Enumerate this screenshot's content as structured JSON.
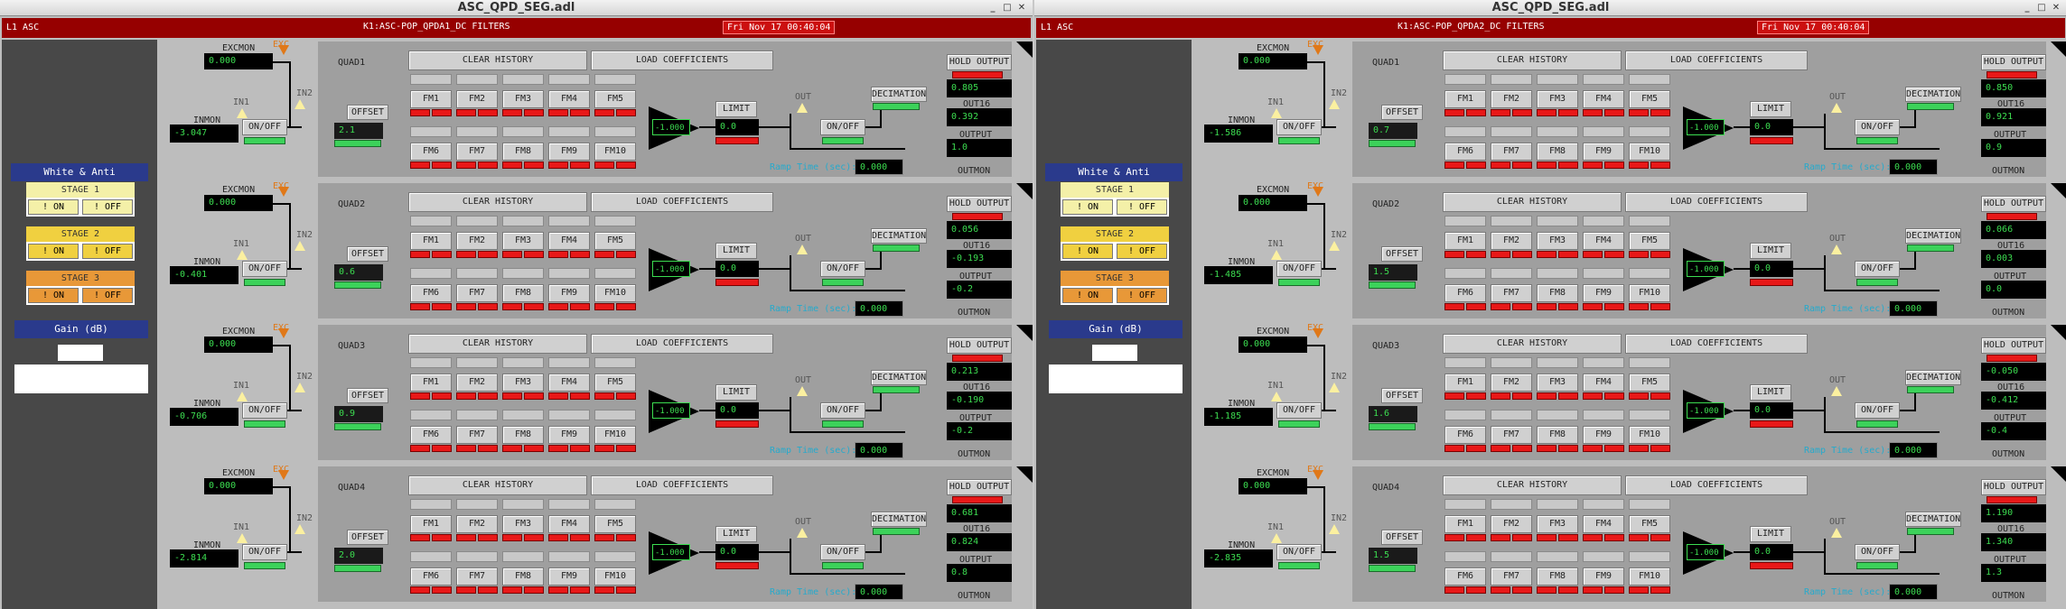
{
  "windows": [
    {
      "title": "ASC_QPD_SEG.adl",
      "header": {
        "site": "L1 ASC",
        "title": "K1:ASC-POP_QPDA1_DC FILTERS",
        "clock": "Fri Nov 17 00:40:04"
      },
      "sidebar": {
        "white_anti": "White &  Anti",
        "stages": [
          {
            "label": "STAGE 1",
            "on": "! ON",
            "off": "! OFF"
          },
          {
            "label": "STAGE 2",
            "on": "! ON",
            "off": "! OFF"
          },
          {
            "label": "STAGE 3",
            "on": "! ON",
            "off": "! OFF"
          }
        ],
        "gain_label": "Gain (dB)"
      },
      "quads": [
        {
          "name": "QUAD1",
          "excmon": "0.000",
          "inmon": "-3.047",
          "offset": "2.1",
          "gain": "-1.000",
          "limit": "0.0",
          "out16": "0.392",
          "hold": "0.805",
          "output": "1.0",
          "ramp": "0.000"
        },
        {
          "name": "QUAD2",
          "excmon": "0.000",
          "inmon": "-0.401",
          "offset": "0.6",
          "gain": "-1.000",
          "limit": "0.0",
          "out16": "-0.193",
          "hold": "0.056",
          "output": "-0.2",
          "ramp": "0.000"
        },
        {
          "name": "QUAD3",
          "excmon": "0.000",
          "inmon": "-0.706",
          "offset": "0.9",
          "gain": "-1.000",
          "limit": "0.0",
          "out16": "-0.190",
          "hold": "0.213",
          "output": "-0.2",
          "ramp": "0.000"
        },
        {
          "name": "QUAD4",
          "excmon": "0.000",
          "inmon": "-2.814",
          "offset": "2.0",
          "gain": "-1.000",
          "limit": "0.0",
          "out16": "0.824",
          "hold": "0.681",
          "output": "0.8",
          "ramp": "0.000"
        }
      ]
    },
    {
      "title": "ASC_QPD_SEG.adl",
      "header": {
        "site": "L1 ASC",
        "title": "K1:ASC-POP_QPDA2_DC FILTERS",
        "clock": "Fri Nov 17 00:40:04"
      },
      "sidebar": {
        "white_anti": "White &  Anti",
        "stages": [
          {
            "label": "STAGE 1",
            "on": "! ON",
            "off": "! OFF"
          },
          {
            "label": "STAGE 2",
            "on": "! ON",
            "off": "! OFF"
          },
          {
            "label": "STAGE 3",
            "on": "! ON",
            "off": "! OFF"
          }
        ],
        "gain_label": "Gain (dB)"
      },
      "quads": [
        {
          "name": "QUAD1",
          "excmon": "0.000",
          "inmon": "-1.586",
          "offset": "0.7",
          "gain": "-1.000",
          "limit": "0.0",
          "out16": "0.921",
          "hold": "0.850",
          "output": "0.9",
          "ramp": "0.000"
        },
        {
          "name": "QUAD2",
          "excmon": "0.000",
          "inmon": "-1.485",
          "offset": "1.5",
          "gain": "-1.000",
          "limit": "0.0",
          "out16": "0.003",
          "hold": "0.066",
          "output": "0.0",
          "ramp": "0.000"
        },
        {
          "name": "QUAD3",
          "excmon": "0.000",
          "inmon": "-1.185",
          "offset": "1.6",
          "gain": "-1.000",
          "limit": "0.0",
          "out16": "-0.412",
          "hold": "-0.050",
          "output": "-0.4",
          "ramp": "0.000"
        },
        {
          "name": "QUAD4",
          "excmon": "0.000",
          "inmon": "-2.835",
          "offset": "1.5",
          "gain": "-1.000",
          "limit": "0.0",
          "out16": "1.340",
          "hold": "1.190",
          "output": "1.3",
          "ramp": "0.000"
        }
      ]
    }
  ],
  "labels": {
    "excmon": "EXCMON",
    "inmon": "INMON",
    "exc": "EXC",
    "in1": "IN1",
    "in2": "IN2",
    "onoff": "ON/OFF",
    "offset": "OFFSET",
    "clear": "CLEAR HISTORY",
    "load": "LOAD COEFFICIENTS",
    "fm": [
      "FM1",
      "FM2",
      "FM3",
      "FM4",
      "FM5",
      "FM6",
      "FM7",
      "FM8",
      "FM9",
      "FM10"
    ],
    "limit": "LIMIT",
    "out": "OUT",
    "decimation": "DECIMATION",
    "hold": "HOLD OUTPUT",
    "out16": "OUT16",
    "output": "OUTPUT",
    "ramp": "Ramp Time (sec):",
    "outmon": "OUTMON"
  },
  "colors": {
    "header": "#960000",
    "clock": "#cc1010",
    "readout_text": "#3cdc50",
    "indicator_on": "#3cd25a",
    "indicator_off": "#e81818",
    "stage1": "#f4f0a8",
    "stage2": "#f0d040",
    "stage3": "#e89838",
    "navy": "#2a3a8c"
  }
}
